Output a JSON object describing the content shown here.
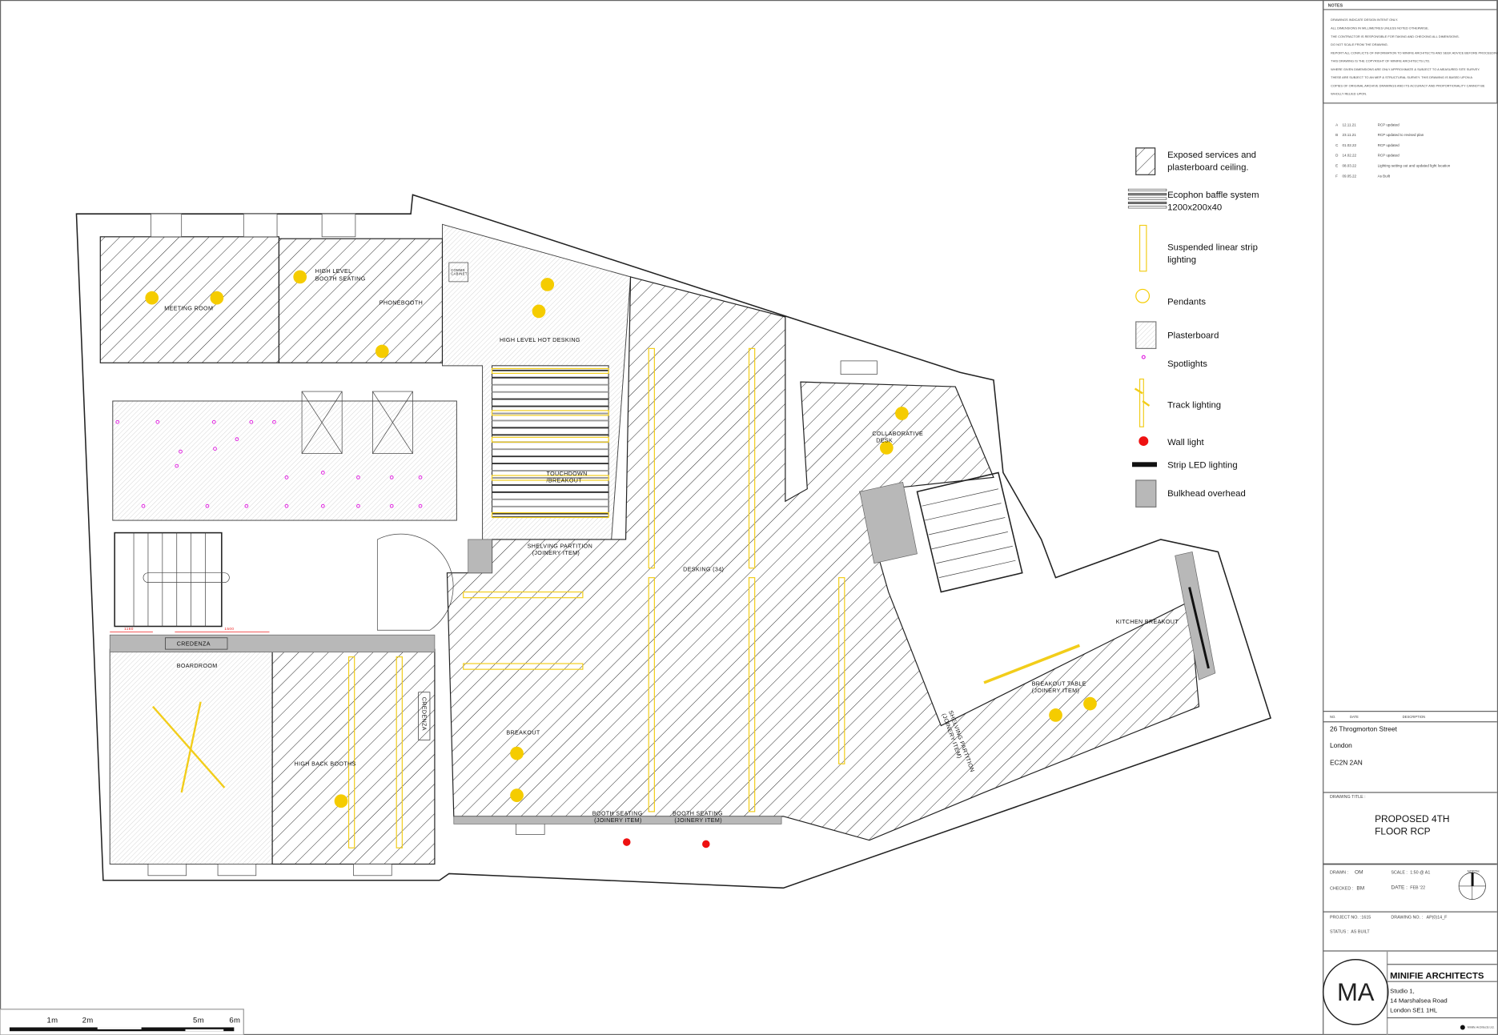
{
  "legend": {
    "items": [
      {
        "icon": "hatch-icon",
        "line1": "Exposed services and",
        "line2": "plasterboard ceiling."
      },
      {
        "icon": "baffle-icon",
        "line1": "Ecophon baffle system",
        "line2": "1200x200x40"
      },
      {
        "icon": "linear-strip-icon",
        "line1": "Suspended linear strip",
        "line2": "lighting"
      },
      {
        "icon": "pendant-icon",
        "line1": "Pendants"
      },
      {
        "icon": "plasterboard-icon",
        "line1": "Plasterboard"
      },
      {
        "icon": "spotlight-icon",
        "line1": "Spotlights"
      },
      {
        "icon": "track-lighting-icon",
        "line1": "Track lighting"
      },
      {
        "icon": "wall-light-icon",
        "line1": "Wall light"
      },
      {
        "icon": "strip-led-icon",
        "line1": "Strip LED lighting"
      },
      {
        "icon": "bulkhead-icon",
        "line1": "Bulkhead overhead"
      }
    ]
  },
  "colors": {
    "pendant": "#f5cc00",
    "strip": "#f2cd1a",
    "spotlight": "#e020e0",
    "wall_light": "#ee1111",
    "bulkhead": "#b8b8b8"
  },
  "rooms": {
    "meeting_room": "MEETING ROOM",
    "booth_1": "HIGH LEVEL",
    "booth_2": "BOOTH SEATING",
    "phonebooth": "PHONEBOOTH",
    "comms_1": "COMMS",
    "comms_2": "CABINET",
    "hot_desking": "HIGH LEVEL HOT DESKING",
    "touchdown_1": "TOUCHDOWN",
    "touchdown_2": "/BREAKOUT",
    "shelving_1": "SHELVING PARTITION",
    "shelving_2": "(JOINERY ITEM)",
    "desking": "DESKING (34)",
    "collab_1": "COLLABORATIVE",
    "collab_2": "DESK",
    "credenza": "CREDENZA",
    "boardroom": "BOARDROOM",
    "high_back": "HIGH BACK BOOTHS",
    "breakout": "BREAKOUT",
    "booth_seat_1": "BOOTH SEATING",
    "booth_seat_2": "(JOINERY ITEM)",
    "kitchen": "KITCHEN BREAKOUT",
    "breakout_table_1": "BREAKOUT TABLE",
    "breakout_table_2": "(JOINERY ITEM)",
    "shelving_b_1": "SHELVING PARTITION",
    "shelving_b_2": "(JOINERY ITEM)",
    "credenza_b": "CREDENZA",
    "dim_1": "1160",
    "dim_2": "1500"
  },
  "scale_bar": {
    "labels": [
      "1m",
      "2m",
      "5m",
      "6m"
    ]
  },
  "notes": {
    "title": "NOTES",
    "lines": [
      "DRAWINGS INDICATE DESIGN INTENT ONLY.",
      "ALL DIMENSIONS IN MILLIMETRES UNLESS NOTED OTHERWISE.",
      "THE CONTRACTOR IS RESPONSIBLE FOR TAKING AND CHECKING ALL DIMENSIONS.",
      "DO NOT SCALE FROM THE DRAWING.",
      "REPORT ALL CONFLICTS OF INFORMATION TO MINIFIE ARCHITECTS AND SEEK ADVICE BEFORE PROCEEDING.",
      "THIS DRAWING IS THE COPYRIGHT OF MINIFIE ARCHITECTS LTD.",
      "WHERE GIVEN DIMENSIONS ARE ONLY APPROXIMATE & SUBJECT TO A MEASURED SITE SURVEY.",
      "THESE ARE SUBJECT TO AN MEP & STRUCTURAL SURVEY. THIS DRAWING IS BASED UPON A",
      "COPIES OF ORIGINAL ARCHIVE DRAWINGS AND ITS ACCURACY AND PROPORTIONALITY CANNOT BE",
      "WHOLLY RELIED UPON."
    ]
  },
  "revisions": [
    {
      "rev": "A",
      "date": "12.11.21",
      "desc": "RCP updated"
    },
    {
      "rev": "B",
      "date": "23.11.21",
      "desc": "RCP updated to revised plan"
    },
    {
      "rev": "C",
      "date": "01.02.22",
      "desc": "RCP updated"
    },
    {
      "rev": "D",
      "date": "14.02.22",
      "desc": "RCP updated"
    },
    {
      "rev": "E",
      "date": "08.03.22",
      "desc": "Lighting setting out and updated light location"
    },
    {
      "rev": "F",
      "date": "09.05.22",
      "desc": "As Built"
    }
  ],
  "title_block": {
    "rev_header": {
      "no": "NO.",
      "date": "DATE",
      "desc": "DESCRIPTION"
    },
    "address": [
      "26 Throgmorton Street",
      "London",
      "EC2N 2AN"
    ],
    "drawing_title_label": "DRAWING TITLE :",
    "drawing_title": [
      "PROPOSED 4TH",
      "FLOOR RCP"
    ],
    "drawn_label": "DRAWN :",
    "drawn": "OM",
    "scale_label": "SCALE :",
    "scale": "1:50 @ A1",
    "checked_label": "CHECKED :",
    "checked": "BM",
    "date_label": "DATE :",
    "date": "FEB '22",
    "north": "NORTH",
    "project_label": "PROJECT NO. :",
    "project": "1615",
    "drawing_no_label": "DRAWING NO. :",
    "drawing_no": "AP(0)14_F",
    "status_label": "STATUS :",
    "status": "AS BUILT",
    "logo": "MA",
    "firm": "MINIFIE ARCHITECTS",
    "firm_address": [
      "Studio 1,",
      "14 Marshalsea Road",
      "London  SE1 1HL"
    ],
    "copyright": "Minifie Architects Ltd."
  }
}
